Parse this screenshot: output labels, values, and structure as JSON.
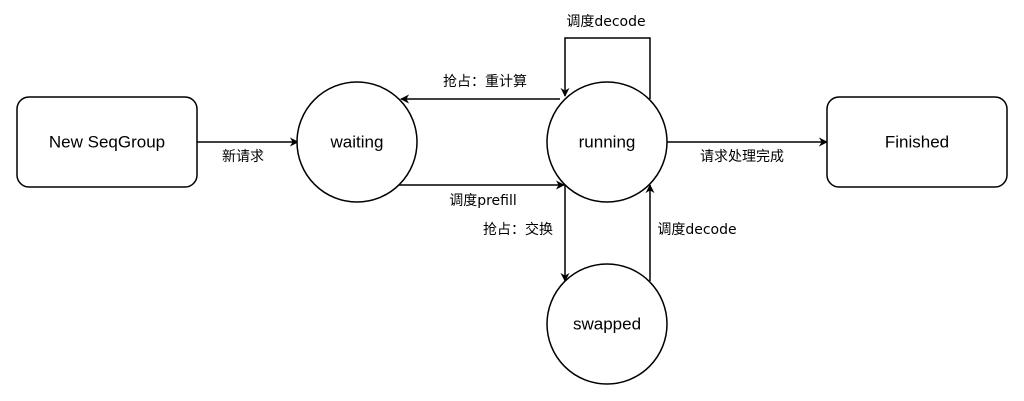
{
  "nodes": {
    "new_seqgroup": {
      "label": "New SeqGroup",
      "shape": "rounded-rectangle"
    },
    "waiting": {
      "label": "waiting",
      "shape": "circle"
    },
    "running": {
      "label": "running",
      "shape": "circle"
    },
    "finished": {
      "label": "Finished",
      "shape": "rounded-rectangle"
    },
    "swapped": {
      "label": "swapped",
      "shape": "circle"
    }
  },
  "edges": {
    "new_request": {
      "from": "New SeqGroup",
      "to": "waiting",
      "label": "新请求"
    },
    "schedule_prefill": {
      "from": "waiting",
      "to": "running",
      "label": "调度prefill"
    },
    "preempt_recompute": {
      "from": "running",
      "to": "waiting",
      "label": "抢占：重计算"
    },
    "schedule_decode_loop": {
      "from": "running",
      "to": "running",
      "label": "调度decode"
    },
    "request_done": {
      "from": "running",
      "to": "Finished",
      "label": "请求处理完成"
    },
    "preempt_swap": {
      "from": "running",
      "to": "swapped",
      "label": "抢占：交换"
    },
    "schedule_decode_swapped": {
      "from": "swapped",
      "to": "running",
      "label": "调度decode"
    }
  },
  "colors": {
    "stroke": "#000000",
    "fill": "#ffffff",
    "text": "#000000"
  }
}
